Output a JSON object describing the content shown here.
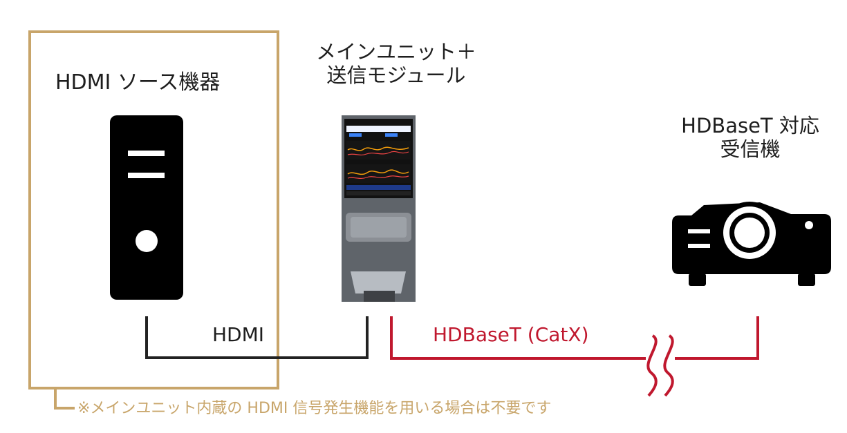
{
  "source": {
    "title": "HDMI ソース機器"
  },
  "main_unit": {
    "title_line1": "メインユニット＋",
    "title_line2": "送信モジュール"
  },
  "receiver": {
    "title_line1": "HDBaseT 対応",
    "title_line2": "受信機"
  },
  "cables": {
    "hdmi_label": "HDMI",
    "hdbaset_label": "HDBaseT (CatX)"
  },
  "footnote": {
    "text": "※メインユニット内蔵の HDMI 信号発生機能を用いる場合は不要です"
  },
  "colors": {
    "source_border": "#c8a56a",
    "hdbaset_cable": "#c0182e",
    "text_dark": "#1e1e1e"
  },
  "icons": {
    "source": "tower-pc-icon",
    "receiver": "projector-icon",
    "main_unit": "device-unit-icon"
  }
}
